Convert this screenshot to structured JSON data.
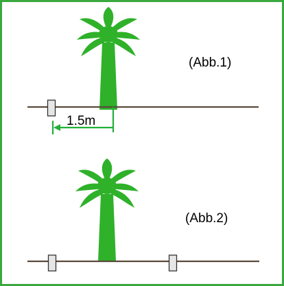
{
  "figure1": {
    "caption": "(Abb.1)",
    "distance_label": "1.5m"
  },
  "figure2": {
    "caption": "(Abb.2)"
  },
  "colors": {
    "frame_border": "#3aa83e",
    "palm_green": "#2fb12a",
    "ground_line": "#5b4a3a",
    "post_fill": "#e6e6e6",
    "post_stroke": "#333333",
    "dimension_arrow": "#22b03a"
  }
}
